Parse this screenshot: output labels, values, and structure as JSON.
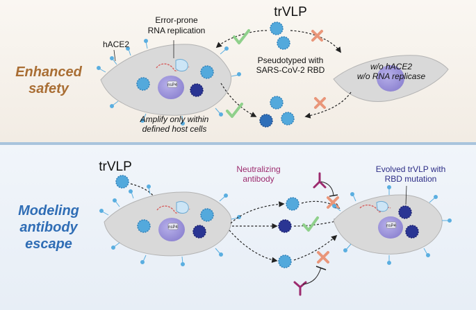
{
  "colors": {
    "top_bg": "#f7f2ec",
    "bottom_bg": "#eef3f9",
    "divider": "#a9c4dd",
    "brown_title": "#a96e34",
    "blue_title": "#2f6db5",
    "magenta": "#9c2a6e",
    "navy_text": "#2c2c86",
    "check_green": "#8fd08b",
    "cross_orange": "#e9967a",
    "virion_light": "#53a9dc",
    "virion_dark": "#2a3593",
    "virion_mid": "#2f6fb9",
    "cell_fill": "#d9d9d9",
    "nucleus_fill": "#9d95d8",
    "rna_red": "#d65a5a"
  },
  "top": {
    "title_line1": "Enhanced",
    "title_line2": "safety",
    "trvlp": "trVLP",
    "error_prone_1": "Error-prone",
    "error_prone_2": "RNA replication",
    "hace2": "hACE2",
    "pseudo_1": "Pseudotyped with",
    "pseudo_2": "SARS-CoV-2 RBD",
    "no_hace2": "w/o hACE2",
    "no_replicase": "w/o RNA replicase",
    "amplify_1": "Amplify only within",
    "amplify_2": "defined host cells",
    "nsp4": "nsP4"
  },
  "bottom": {
    "title_line1": "Modeling",
    "title_line2": "antibody",
    "title_line3": "escape",
    "trvlp": "trVLP",
    "neutralizing_1": "Neutralizing",
    "neutralizing_2": "antibody",
    "evolved_1": "Evolved trVLP with",
    "evolved_2": "RBD mutation",
    "nsp4_left": "nsP4",
    "nsp4_right": "nsP4"
  }
}
